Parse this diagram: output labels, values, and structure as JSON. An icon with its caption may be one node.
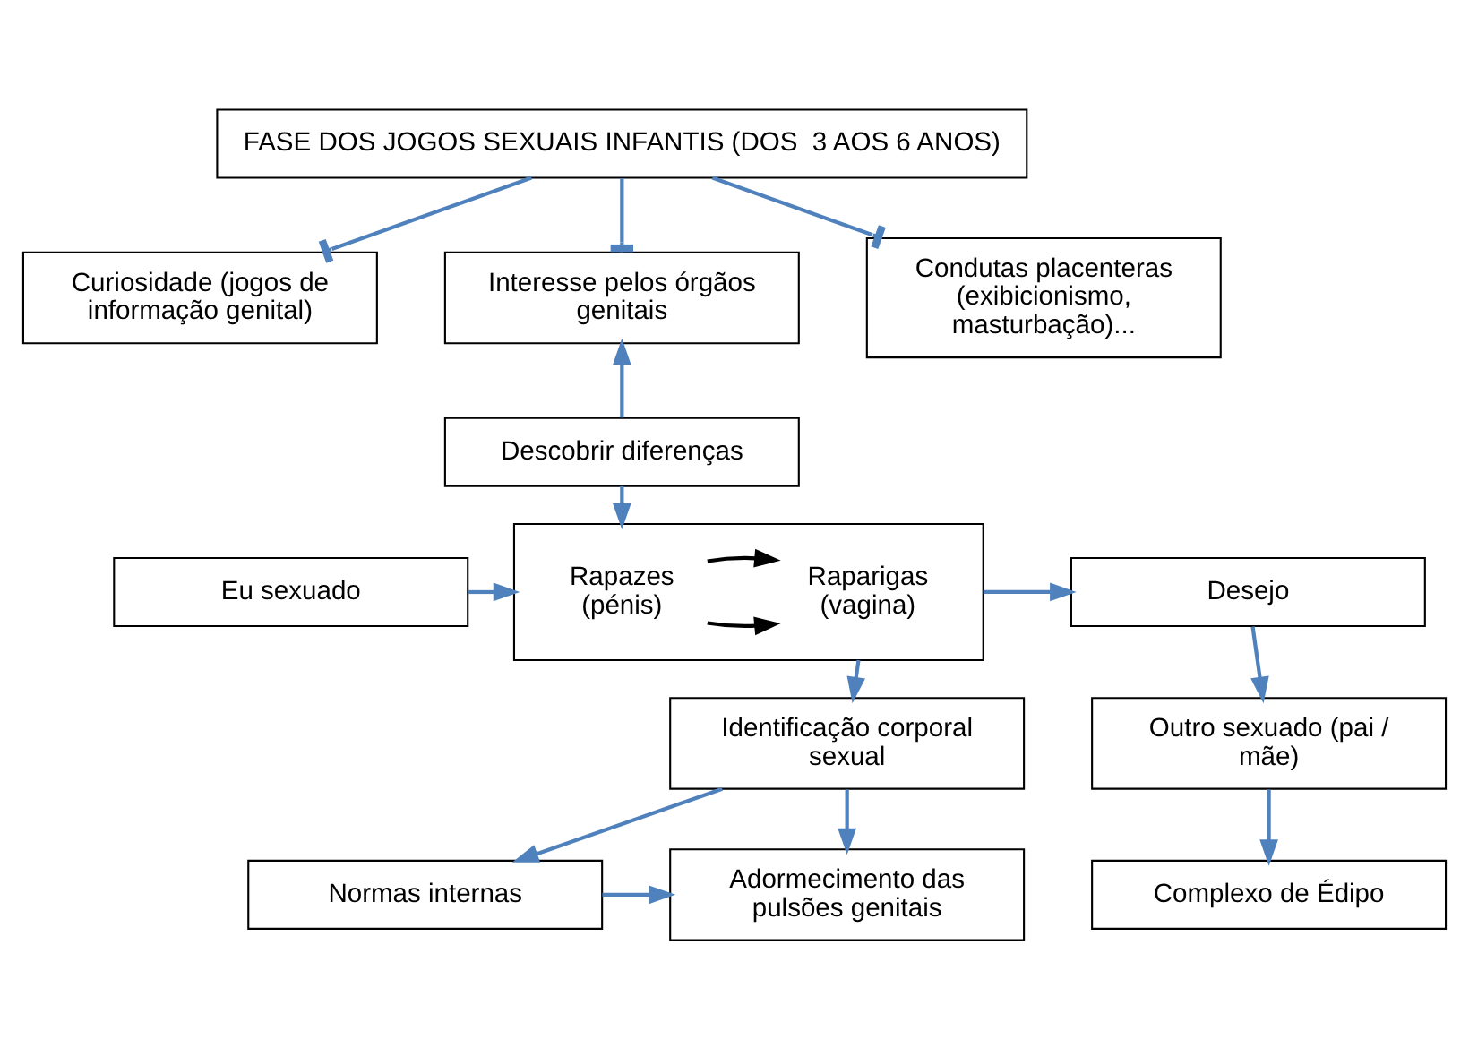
{
  "diagram": {
    "nodes": [
      {
        "text": [
          "FASE DOS JOGOS SEXUAIS INFANTIS (DOS  3 AOS 6 ANOS)"
        ]
      },
      {
        "text": [
          "Curiosidade (jogos de informação genital)"
        ]
      },
      {
        "text": [
          "Interesse pelos órgãos genitais"
        ]
      },
      {
        "text": [
          "Condutas placenteras (exibicionismo, masturbação)..."
        ]
      },
      {
        "text": [
          "Descobrir diferenças"
        ]
      },
      {
        "text": [
          "Eu sexuado"
        ]
      },
      {
        "text": [],
        "shape": "box"
      },
      {
        "text": [
          "Rapazes (pénis)"
        ],
        "in": 6
      },
      {
        "text": [
          "Raparigas (vagina)"
        ],
        "in": 6
      },
      {
        "text": [
          "Desejo"
        ]
      },
      {
        "text": [
          "Identificação corporal sexual"
        ]
      },
      {
        "text": [
          "Outro sexuado (pai / mãe)"
        ]
      },
      {
        "text": [
          "Normas internas"
        ]
      },
      {
        "text": [
          "Adormecimento das pulsões genitais"
        ]
      },
      {
        "text": [
          "Complexo de Édipo"
        ]
      }
    ],
    "edges": [
      {
        "from": 0,
        "to": 1,
        "arrow": "other"
      },
      {
        "from": 0,
        "to": 2,
        "arrow": "other"
      },
      {
        "from": 0,
        "to": 3,
        "arrow": "other"
      },
      {
        "from": 4,
        "to": 2,
        "arrow": "to"
      },
      {
        "from": 4,
        "to": 6,
        "arrow": "to"
      },
      {
        "from": 5,
        "to": 6,
        "arrow": "to"
      },
      {
        "from": 7,
        "to": 8,
        "arrow": "to",
        "color": "#000000"
      },
      {
        "from": 7,
        "to": 8,
        "arrow": "to",
        "color": "#000000"
      },
      {
        "from": 6,
        "to": 9,
        "arrow": "to"
      },
      {
        "from": 6,
        "to": 10,
        "arrow": "to"
      },
      {
        "from": 9,
        "to": 11,
        "arrow": "to"
      },
      {
        "from": 10,
        "to": 12,
        "arrow": "to"
      },
      {
        "from": 10,
        "to": 13,
        "arrow": "to"
      },
      {
        "from": 11,
        "to": 14,
        "arrow": "to"
      },
      {
        "from": 12,
        "to": 13,
        "arrow": "to"
      }
    ]
  }
}
